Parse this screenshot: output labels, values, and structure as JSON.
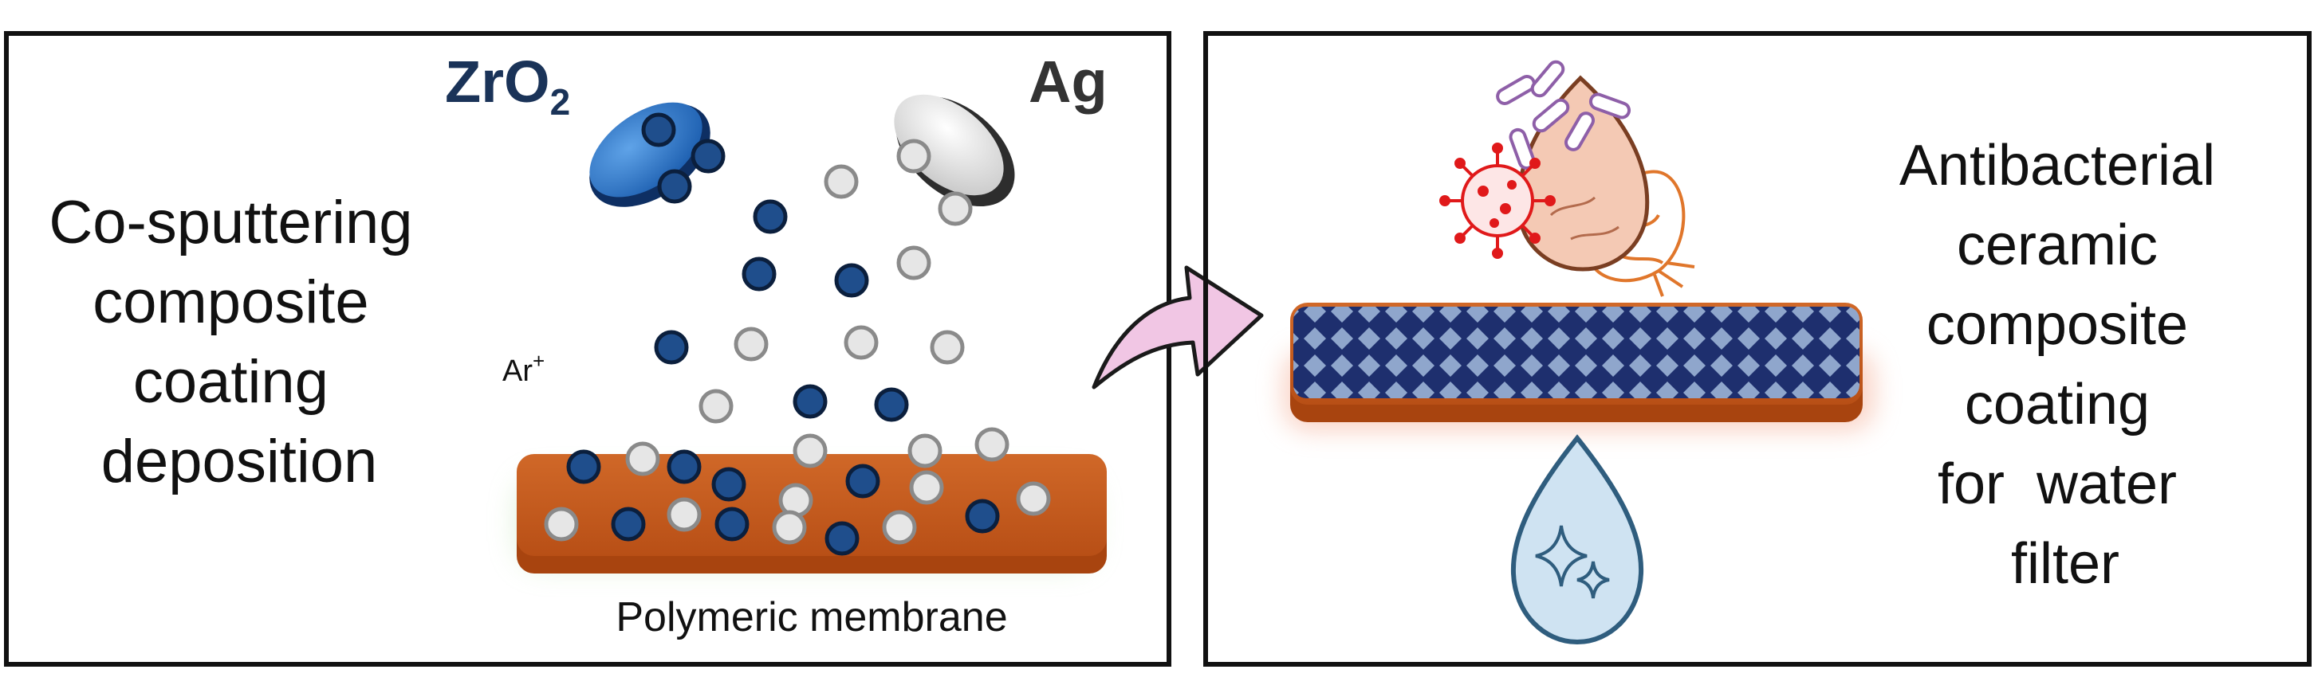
{
  "left_panel": {
    "description_lines": [
      "Co-sputtering",
      "composite",
      "coating",
      "deposition"
    ],
    "target_zro2_label": "ZrO",
    "target_zro2_subscript": "2",
    "target_ag_label": "Ag",
    "ion_label": "Ar",
    "ion_charge": "+",
    "substrate_label": "Polymeric membrane"
  },
  "right_panel": {
    "description_lines": [
      "Antibacterial",
      "ceramic",
      "composite",
      "coating",
      "for  water",
      "filter"
    ]
  },
  "colors": {
    "zro2_particle": "#1f4e8c",
    "ag_particle": "#e6e6e6",
    "membrane": "#c75a1e",
    "arrow_fill": "#f1c6e4",
    "virus": "#e0191a",
    "bacteria": "#e0762b",
    "water_drop": "#cfe3f2",
    "frame": "#111111"
  },
  "icons": [
    "zro2-target-icon",
    "ag-target-icon",
    "arrow-icon",
    "virus-icon",
    "bacteria-icon",
    "contaminated-drop-icon",
    "clean-water-drop-icon",
    "sparkle-icon"
  ]
}
